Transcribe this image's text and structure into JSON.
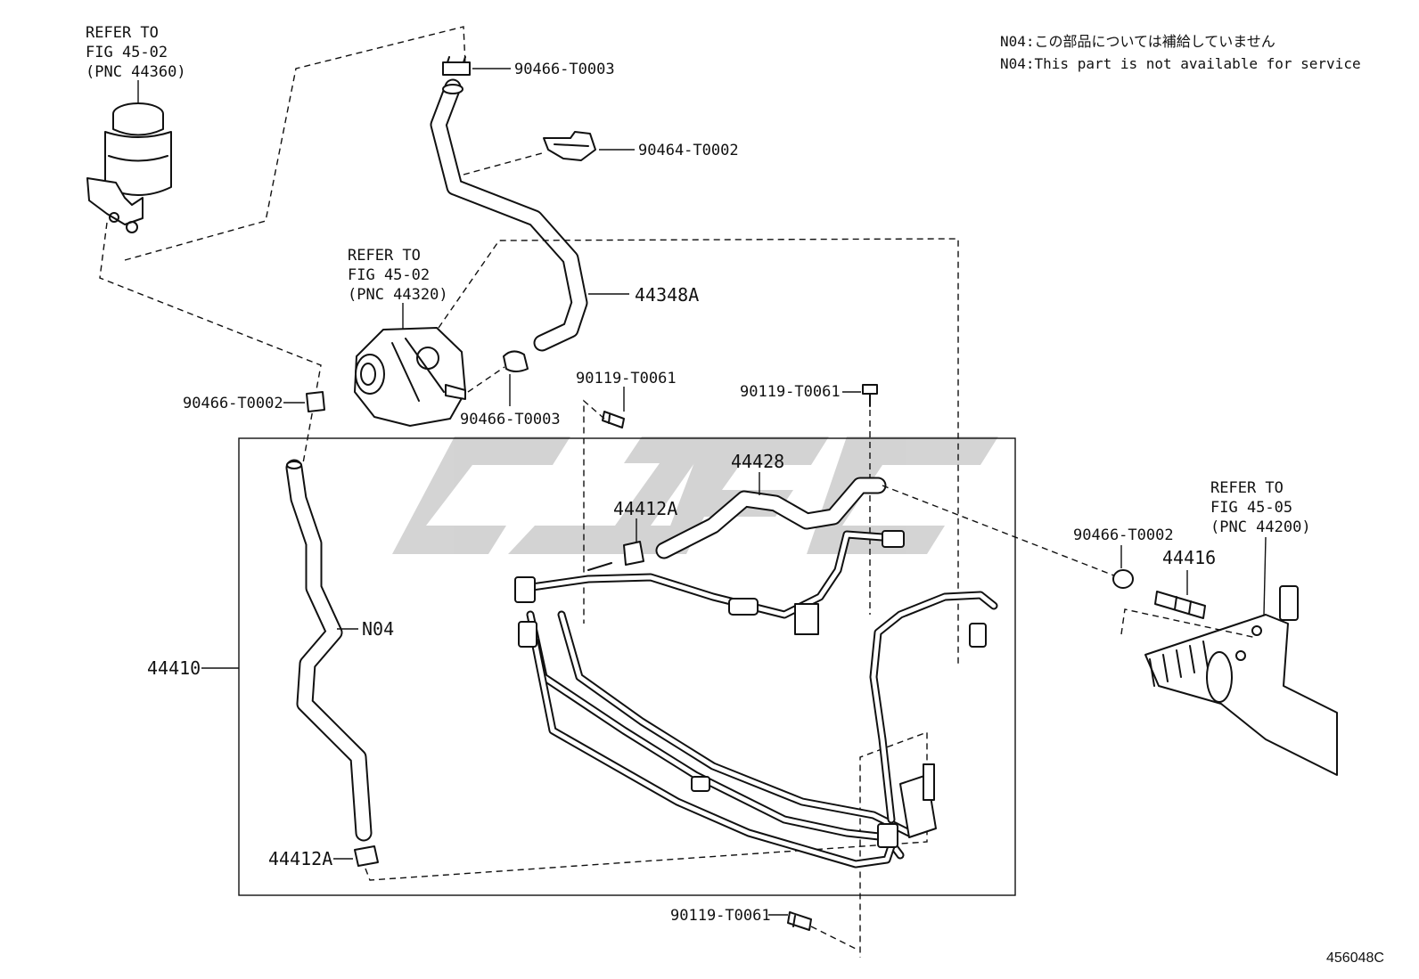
{
  "notes": {
    "line_jp": "N04:この部品については補給していません",
    "line_en": "N04:This part is not available for service"
  },
  "refer_reservoir": {
    "line1": "REFER TO",
    "line2": "FIG 45-02",
    "line3": "(PNC 44360)"
  },
  "refer_pump": {
    "line1": "REFER TO",
    "line2": "FIG 45-02",
    "line3": "(PNC 44320)"
  },
  "refer_gear": {
    "line1": "REFER TO",
    "line2": "FIG 45-05",
    "line3": "(PNC 44200)"
  },
  "callouts": {
    "clamp_top": "90466-T0003",
    "clip_top": "90464-T0002",
    "hose_return": "44348A",
    "clamp_left": "90466-T0002",
    "clamp_pump": "90466-T0003",
    "bolt_a": "90119-T0061",
    "bolt_b": "90119-T0061",
    "hose_44428": "44428",
    "clamp_44412a_top": "44412A",
    "clamp_right": "90466-T0002",
    "union_44416": "44416",
    "not_serviced": "N04",
    "assembly_44410": "44410",
    "clamp_44412a_bottom": "44412A",
    "bolt_c": "90119-T0061"
  },
  "figure_code": "456048C",
  "colors": {
    "line": "#111111",
    "watermark": "#cccccc",
    "background": "#ffffff"
  },
  "watermark_icon": "logo-watermark"
}
